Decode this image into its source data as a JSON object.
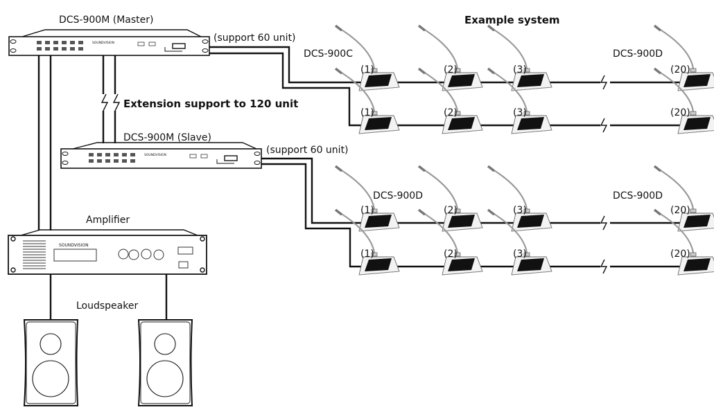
{
  "title": "Example system",
  "master": {
    "label": "DCS-900M (Master)",
    "support": "(support 60 unit)",
    "brand": "SOUNDVISION"
  },
  "slave": {
    "label": "DCS-900M (Slave)",
    "support": "(support 60 unit)",
    "brand": "SOUNDVISION"
  },
  "extension": "Extension support to 120 unit",
  "amplifier": {
    "label": "Amplifier",
    "brand": "SOUNDVISION"
  },
  "loudspeaker": {
    "label": "Loudspeaker"
  },
  "groups": [
    {
      "left_label": "DCS-900C",
      "right_label": "DCS-900D"
    },
    {
      "left_label": "DCS-900D",
      "right_label": "DCS-900D"
    }
  ],
  "unit_numbers": [
    "(1)",
    "(2)",
    "(3)",
    "(20)"
  ]
}
